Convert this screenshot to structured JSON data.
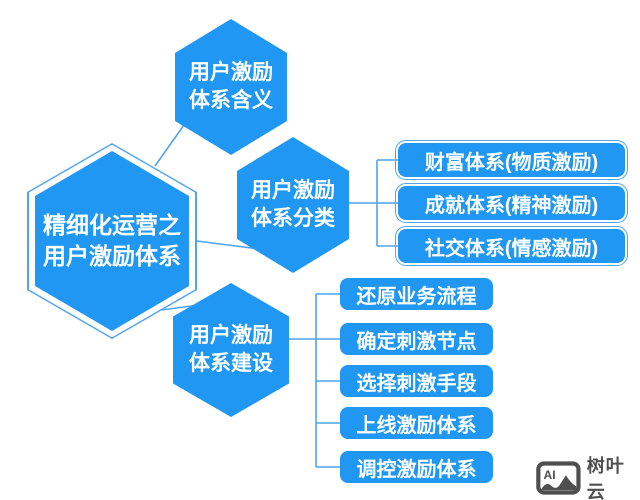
{
  "colors": {
    "node_fill": "#2097f3",
    "connector_line": "#4fa4f1",
    "node_text": "#ffffff",
    "watermark_gray": "#4f4f4f",
    "background": "#ffffff"
  },
  "root_node": {
    "line1": "精细化运营之",
    "line2": "用户激励体系"
  },
  "branches": [
    {
      "id": "meaning",
      "line1": "用户激励",
      "line2": "体系含义",
      "children": []
    },
    {
      "id": "classification",
      "line1": "用户激励",
      "line2": "体系分类",
      "children": [
        "财富体系(物质激励)",
        "成就体系(精神激励)",
        "社交体系(情感激励)"
      ]
    },
    {
      "id": "construction",
      "line1": "用户激励",
      "line2": "体系建设",
      "children": [
        "还原业务流程",
        "确定刺激节点",
        "选择刺激手段",
        "上线激励体系",
        "调控激励体系"
      ]
    }
  ],
  "watermark": {
    "icon_label": "AI",
    "text": "树叶云"
  }
}
